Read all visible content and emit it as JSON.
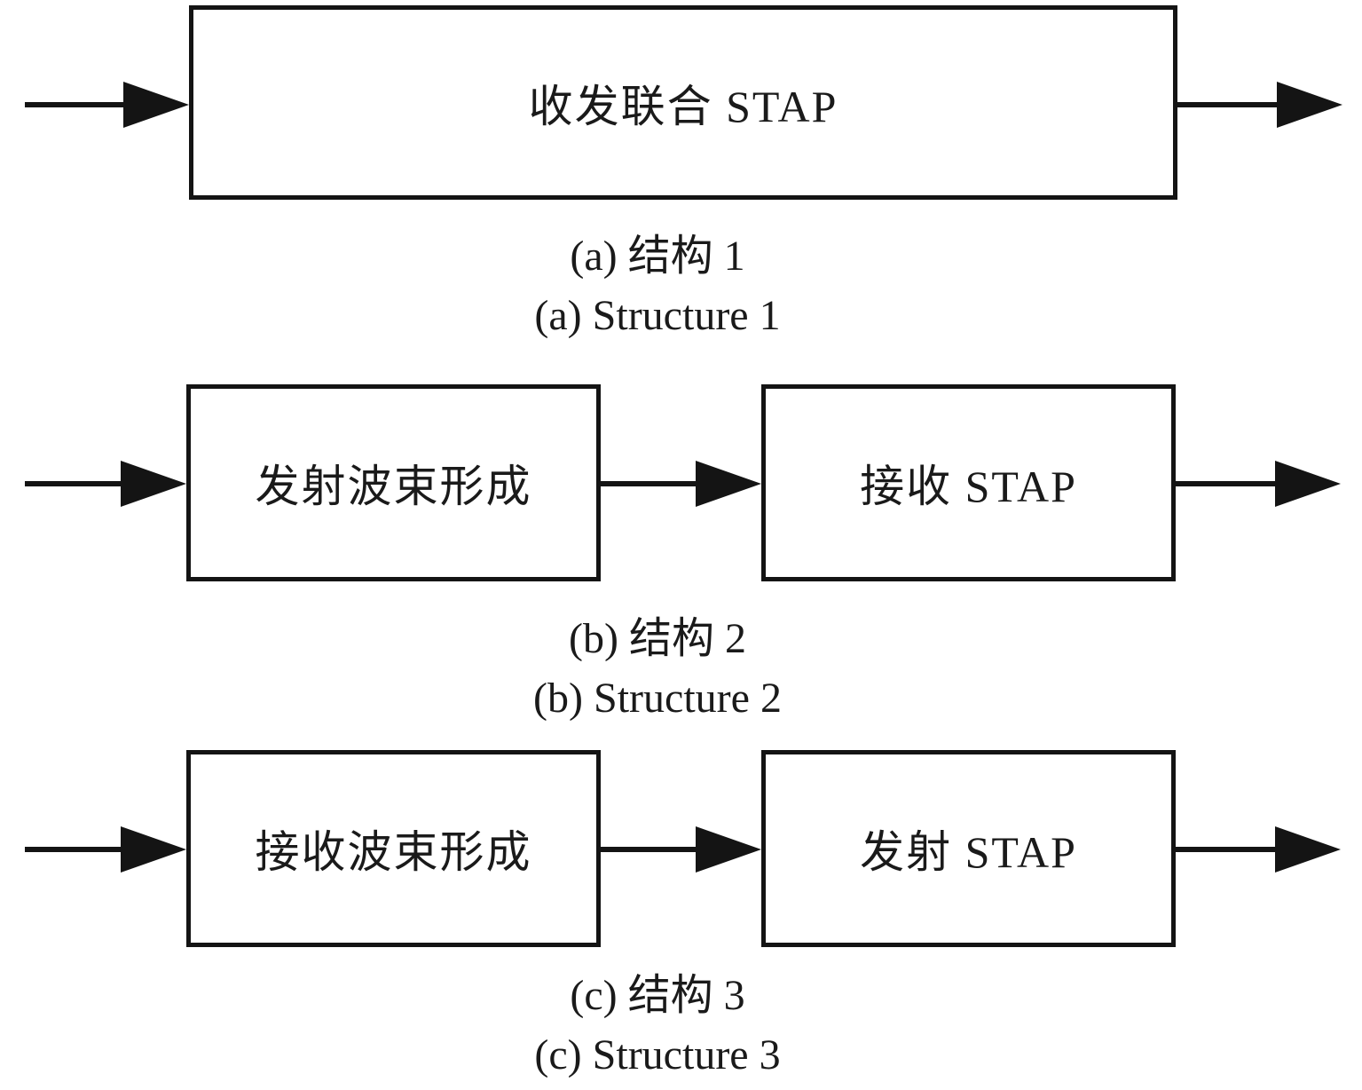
{
  "diagram": {
    "title_semantic": "STAP processing structure block diagrams",
    "colors": {
      "line": "#141414",
      "background": "#ffffff",
      "text": "#1a1a1a"
    },
    "structures": [
      {
        "id": "a",
        "boxes": [
          {
            "label": "收发联合 STAP"
          }
        ],
        "caption_zh": "(a) 结构 1",
        "caption_en": "(a) Structure 1"
      },
      {
        "id": "b",
        "boxes": [
          {
            "label": "发射波束形成"
          },
          {
            "label": "接收 STAP"
          }
        ],
        "caption_zh": "(b) 结构 2",
        "caption_en": "(b) Structure 2"
      },
      {
        "id": "c",
        "boxes": [
          {
            "label": "接收波束形成"
          },
          {
            "label": "发射 STAP"
          }
        ],
        "caption_zh": "(c) 结构 3",
        "caption_en": "(c) Structure 3"
      }
    ]
  }
}
